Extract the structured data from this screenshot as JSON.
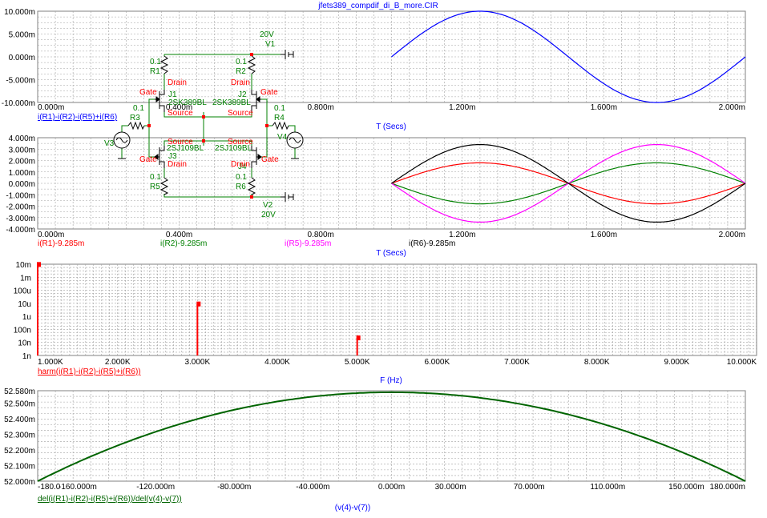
{
  "title": "jfets389_compdif_di_B_more.CIR",
  "chart_data": [
    {
      "type": "line",
      "id": "p1",
      "xlim": [
        0,
        0.002
      ],
      "ylim": [
        -0.01,
        0.01
      ],
      "xticks": [
        "0.000m",
        "0.400m",
        "0.800m",
        "1.200m",
        "1.600m",
        "2.000m"
      ],
      "yticks": [
        "10.000m",
        "5.000m",
        "0.000m",
        "-5.000m",
        "-10.000m"
      ],
      "xlabel": "T (Secs)",
      "grid": true,
      "series": [
        {
          "name": "i(R1)-i(R2)-i(R5)+i(R6)",
          "color": "#0000ff",
          "kind": "sine",
          "x_start": 0.001,
          "x_end": 0.002,
          "amplitude": 0.01,
          "period": 0.001,
          "phase": 0,
          "offset": 0
        }
      ]
    },
    {
      "type": "line",
      "id": "p2",
      "xlim": [
        0,
        0.002
      ],
      "ylim": [
        -0.004,
        0.004
      ],
      "xticks": [
        "0.000m",
        "0.400m",
        "0.800m",
        "1.200m",
        "1.600m",
        "2.000m"
      ],
      "yticks": [
        "4.000m",
        "3.000m",
        "2.000m",
        "1.000m",
        "0.000m",
        "-1.000m",
        "-2.000m",
        "-3.000m",
        "-4.000m"
      ],
      "xlabel": "T (Secs)",
      "grid": true,
      "series": [
        {
          "name": "i(R1)-9.285m",
          "color": "#ff0000",
          "kind": "sine",
          "x_start": 0.001,
          "x_end": 0.002,
          "amplitude": 0.0018,
          "period": 0.001,
          "phase": 0,
          "offset": 0
        },
        {
          "name": "i(R2)-9.285m",
          "color": "#008000",
          "kind": "sine",
          "x_start": 0.001,
          "x_end": 0.002,
          "amplitude": -0.0018,
          "period": 0.001,
          "phase": 0,
          "offset": 0
        },
        {
          "name": "i(R5)-9.285m",
          "color": "#ff00ff",
          "kind": "sine",
          "x_start": 0.001,
          "x_end": 0.002,
          "amplitude": -0.0034,
          "period": 0.001,
          "phase": 0,
          "offset": 0
        },
        {
          "name": "i(R6)-9.285m",
          "color": "#000000",
          "kind": "sine",
          "x_start": 0.001,
          "x_end": 0.002,
          "amplitude": 0.0034,
          "period": 0.001,
          "phase": 0,
          "offset": 0
        }
      ]
    },
    {
      "type": "bar",
      "id": "p3",
      "log_y": true,
      "xlim": [
        1000,
        10000
      ],
      "ylim": [
        -9,
        -2
      ],
      "xticks": [
        "1.000K",
        "2.000K",
        "3.000K",
        "4.000K",
        "5.000K",
        "6.000K",
        "7.000K",
        "8.000K",
        "9.000K",
        "10.000K"
      ],
      "yticks": [
        "10m",
        "1m",
        "100u",
        "10u",
        "1u",
        "100n",
        "10n",
        "1n"
      ],
      "xlabel": "F (Hz)",
      "grid": true,
      "series": [
        {
          "name": "harm(i(R1)-i(R2)-i(R5)+i(R6))",
          "color": "#ff0000",
          "points": [
            [
              1000,
              -2.02
            ],
            [
              3000,
              -5.05
            ],
            [
              5000,
              -7.65
            ]
          ]
        }
      ]
    },
    {
      "type": "line",
      "id": "p4",
      "xlim": [
        -0.18,
        0.18
      ],
      "ylim": [
        52.0,
        52.58
      ],
      "xticks": [
        "-180.0",
        "-160.000m",
        "-120.000m",
        "-80.000m",
        "-40.000m",
        "0.000m",
        "30.000m",
        "70.000m",
        "110.000m",
        "150.000m",
        "180.000m"
      ],
      "yticks": [
        "52.580m",
        "52.500m",
        "52.400m",
        "52.300m",
        "52.200m",
        "52.100m",
        "52.000m"
      ],
      "xlabel": "(v(4)-v(7))",
      "grid": true,
      "series": [
        {
          "name": "del(i(R1)-i(R2)-i(R5)+i(R6))/del(v(4)-v(7))",
          "color": "#006400",
          "kind": "parabola",
          "peak_x": 0,
          "peak_y": 52.57,
          "edge_y": 52.0
        }
      ]
    }
  ],
  "schematic": {
    "V1": {
      "name": "V1",
      "value": "20V"
    },
    "V2": {
      "name": "V2",
      "value": "20V"
    },
    "V3": {
      "name": "V3"
    },
    "V4": {
      "name": "V4"
    },
    "R1": {
      "name": "R1",
      "value": "0.1"
    },
    "R2": {
      "name": "R2",
      "value": "0.1"
    },
    "R3": {
      "name": "R3",
      "value": "0.1"
    },
    "R4": {
      "name": "R4",
      "value": "0.1"
    },
    "R5": {
      "name": "R5",
      "value": "0.1"
    },
    "R6": {
      "name": "R6",
      "value": "0.1"
    },
    "J1": {
      "name": "J1",
      "part": "2SK389BL"
    },
    "J2": {
      "name": "J2",
      "part": "2SK389BL"
    },
    "J3": {
      "name": "J3",
      "part": "2SJ109BL"
    },
    "J4": {
      "name": "J4",
      "part": "2SJ109BL"
    },
    "pins": {
      "gate": "Gate",
      "drain": "Drain",
      "source": "Source"
    }
  }
}
